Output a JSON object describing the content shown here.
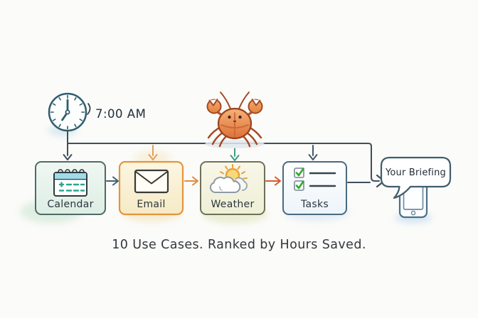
{
  "diagram": {
    "trigger": {
      "icon": "clock-icon",
      "time": "7:00 AM"
    },
    "mascot": {
      "icon": "crab-mascot",
      "body_color": "#e8834e"
    },
    "connectors": {
      "rail_color": "#3f4f5c",
      "drop_arrow_colors": [
        "#3f4f5c",
        "#dfa05c",
        "#3d9d85",
        "#45596c"
      ],
      "inter_box_arrow_colors": [
        "#41616c",
        "#df8c42",
        "#d55c2e"
      ]
    },
    "nodes": [
      {
        "id": "calendar",
        "label": "Calendar",
        "icon": "calendar-icon",
        "border": "#4d6a68",
        "fill": "#e9f3ec"
      },
      {
        "id": "email",
        "label": "Email",
        "icon": "envelope-icon",
        "border": "#e2953d",
        "fill": "#fbf3da"
      },
      {
        "id": "weather",
        "label": "Weather",
        "icon": "sun-cloud-icon",
        "border": "#6e7158",
        "fill": "#f8f5e3"
      },
      {
        "id": "tasks",
        "label": "Tasks",
        "icon": "checklist-icon",
        "border": "#4a6a80",
        "fill": "#fcfdff"
      }
    ],
    "output": {
      "bubble_text": "Your Briefing",
      "icon": "phone-icon"
    },
    "caption": "10 Use Cases. Ranked by Hours Saved."
  }
}
